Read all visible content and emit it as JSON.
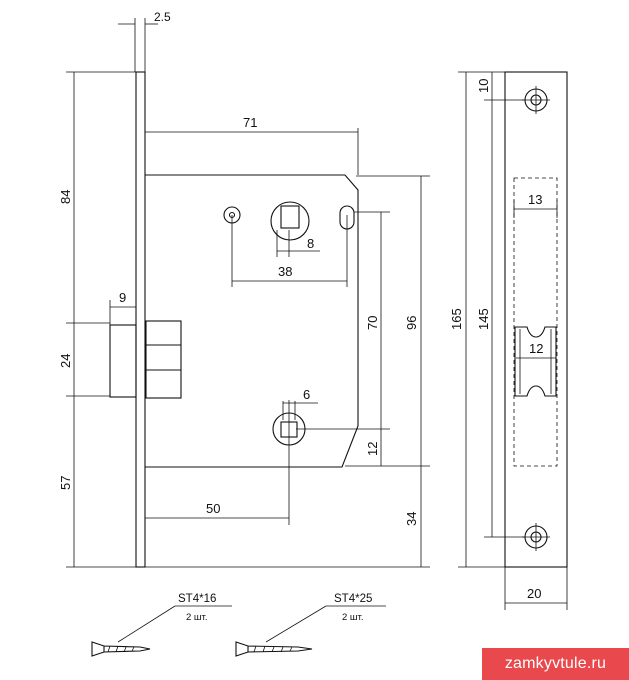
{
  "dimensions": {
    "faceplate_thickness": "2.5",
    "case_depth": "71",
    "top_to_latch": "84",
    "latch_height": "24",
    "latch_to_bottom": "57",
    "latch_projection": "9",
    "spindle_square": "8",
    "follower_to_screw": "38",
    "center_distance": "70",
    "case_height": "96",
    "key_hole_width": "6",
    "key_offset": "12",
    "backset": "50",
    "case_to_bottom": "34",
    "total_height": "165",
    "screw_spacing": "145",
    "screw_top_offset": "10",
    "latch_window_width": "13",
    "bolt_window_width": "12",
    "plate_width": "20"
  },
  "screws": [
    {
      "spec": "ST4*16",
      "qty": "2 шт."
    },
    {
      "spec": "ST4*25",
      "qty": "2 шт."
    }
  ],
  "watermark": "zamkyvtule.ru"
}
